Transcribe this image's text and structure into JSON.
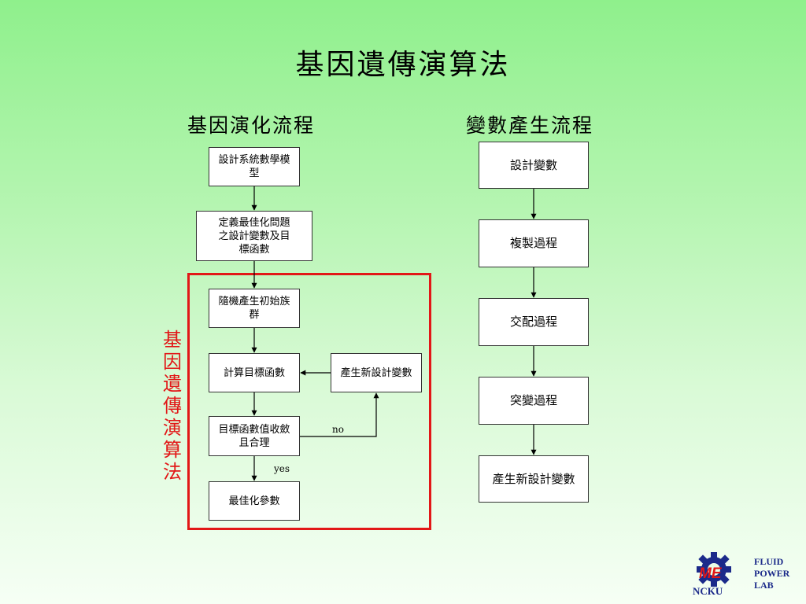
{
  "title": "基因遺傳演算法",
  "left_flow": {
    "heading": "基因演化流程",
    "boxes": {
      "model": "設計系統數學模\n型",
      "define": "定義最佳化問題\n之設計變數及目\n標函數",
      "init": "隨機產生初始族\n群",
      "compute": "計算目標函數",
      "newvar": "產生新設計變數",
      "check": "目標函數值收斂\n且合理",
      "optimal": "最佳化參數"
    },
    "labels": {
      "no": "no",
      "yes": "yes"
    },
    "frame_label": "基\n因\n遺\n傳\n演\n算\n法"
  },
  "right_flow": {
    "heading": "變數產生流程",
    "steps": [
      "設計變數",
      "複製過程",
      "交配過程",
      "突變過程",
      "產生新設計變數"
    ]
  },
  "logo": {
    "lines": [
      "FLUID",
      "POWER",
      "LAB"
    ],
    "mark": "NCKU",
    "letters": "ME"
  },
  "colors": {
    "frame": "#e21717",
    "logo": "#1b2a8a"
  }
}
